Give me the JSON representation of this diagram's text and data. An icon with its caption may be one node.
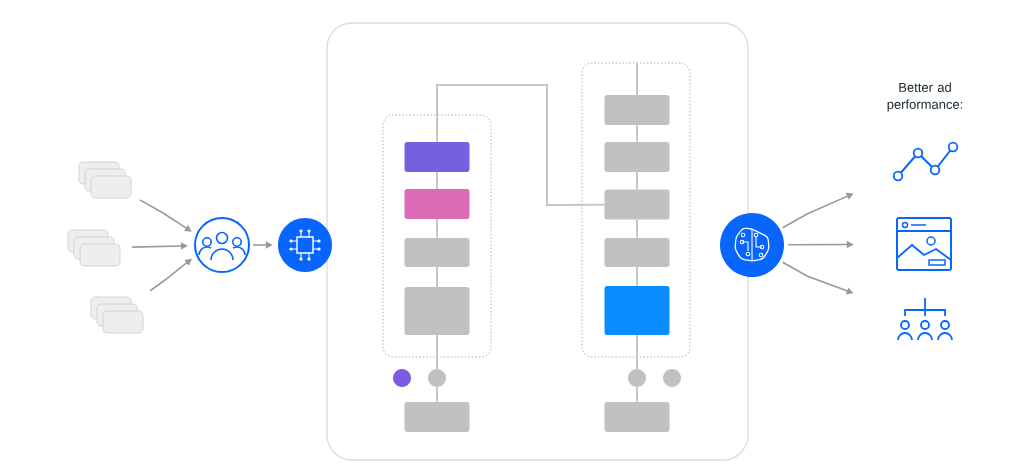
{
  "diagram": {
    "nodes": [
      {
        "text": [],
        "shape": "picture"
      },
      {
        "text": [],
        "shape": "picture"
      },
      {
        "text": [],
        "shape": "picture"
      },
      {
        "text": [],
        "shape": "circle"
      },
      {
        "text": [],
        "shape": "circle"
      },
      {
        "text": [],
        "shape": "box"
      },
      {
        "text": [],
        "shape": "box",
        "in": 5
      },
      {
        "text": [],
        "shape": "box",
        "in": 6
      },
      {
        "text": [],
        "shape": "box",
        "in": 6
      },
      {
        "text": [],
        "shape": "box",
        "in": 6
      },
      {
        "text": [],
        "shape": "box",
        "in": 6
      },
      {
        "text": [],
        "shape": "box",
        "in": 5
      },
      {
        "text": [],
        "shape": "box",
        "in": 11
      },
      {
        "text": [],
        "shape": "box",
        "in": 11
      },
      {
        "text": [],
        "shape": "box",
        "in": 11
      },
      {
        "text": [],
        "shape": "box",
        "in": 11
      },
      {
        "text": [],
        "shape": "box",
        "in": 11
      },
      {
        "text": [],
        "shape": "circle",
        "in": 5
      },
      {
        "text": [],
        "shape": "circle",
        "in": 5
      },
      {
        "text": [],
        "shape": "box",
        "in": 5
      },
      {
        "text": [],
        "shape": "circle",
        "in": 5
      },
      {
        "text": [],
        "shape": "circle",
        "in": 5
      },
      {
        "text": [],
        "shape": "box",
        "in": 5
      },
      {
        "text": [],
        "shape": "circle"
      },
      {
        "text": [],
        "shape": "picture"
      },
      {
        "text": [],
        "shape": "picture"
      },
      {
        "text": [],
        "shape": "picture"
      }
    ],
    "edges": [
      {
        "from": 0,
        "to": 3,
        "arrow": "to",
        "color": "#999999"
      },
      {
        "from": 1,
        "to": 3,
        "arrow": "to",
        "color": "#999999"
      },
      {
        "from": 2,
        "to": 3,
        "arrow": "to",
        "color": "#999999"
      },
      {
        "from": 3,
        "to": 4,
        "arrow": "to",
        "color": "#999999"
      },
      {
        "from": 7,
        "to": 8,
        "arrow": "none"
      },
      {
        "from": 8,
        "to": 9,
        "arrow": "none"
      },
      {
        "from": 9,
        "to": 10,
        "arrow": "none"
      },
      {
        "from": 10,
        "to": 18,
        "arrow": "none"
      },
      {
        "from": 18,
        "to": 19,
        "arrow": "none"
      },
      {
        "from": 7,
        "to": 14,
        "arrow": "none"
      },
      {
        "from": null,
        "to": 12,
        "arrow": "none"
      },
      {
        "from": 12,
        "to": 13,
        "arrow": "none"
      },
      {
        "from": 13,
        "to": 14,
        "arrow": "none"
      },
      {
        "from": 14,
        "to": 15,
        "arrow": "none"
      },
      {
        "from": 15,
        "to": 16,
        "arrow": "none"
      },
      {
        "from": 16,
        "to": 20,
        "arrow": "none"
      },
      {
        "from": 20,
        "to": 22,
        "arrow": "none"
      },
      {
        "from": 23,
        "to": 24,
        "arrow": "to",
        "color": "#999999"
      },
      {
        "from": 23,
        "to": 25,
        "arrow": "to",
        "color": "#999999"
      },
      {
        "from": 23,
        "to": 26,
        "arrow": "to",
        "color": "#999999"
      }
    ],
    "labels": [
      "Better ad performance:"
    ]
  }
}
